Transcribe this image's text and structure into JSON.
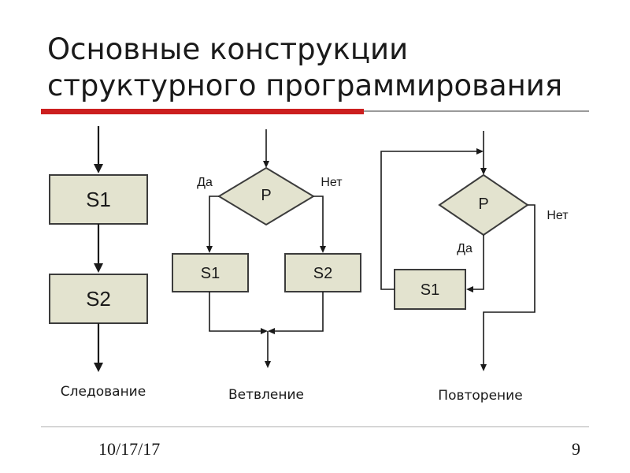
{
  "slide": {
    "title_line1": "Основные конструкции",
    "title_line2": "структурного программирования",
    "date": "10/17/17",
    "page_number": "9"
  },
  "diagram": {
    "sequence": {
      "block1": "S1",
      "block2": "S2",
      "caption": "Следование"
    },
    "branching": {
      "condition": "P",
      "yes": "Да",
      "no": "Нет",
      "block1": "S1",
      "block2": "S2",
      "caption": "Ветвление"
    },
    "loop": {
      "condition": "P",
      "yes": "Да",
      "no": "Нет",
      "body": "S1",
      "caption": "Повторение"
    }
  }
}
